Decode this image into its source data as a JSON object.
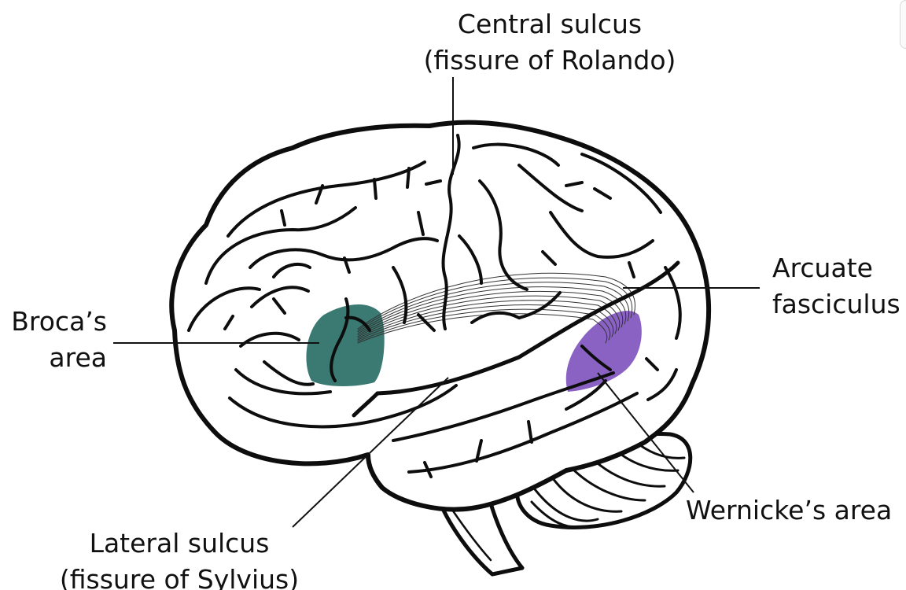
{
  "labels": {
    "central_sulcus": {
      "line1": "Central sulcus",
      "line2": "(fissure of Rolando)"
    },
    "arcuate_fasciculus": {
      "line1": "Arcuate",
      "line2": "fasciculus"
    },
    "brocas_area": {
      "line1": "Broca’s",
      "line2": "area"
    },
    "wernickes_area": {
      "line1": "Wernicke’s area"
    },
    "lateral_sulcus": {
      "line1": "Lateral sulcus",
      "line2": "(fissure of Sylvius)"
    }
  },
  "colors": {
    "broca": "#3a7a72",
    "wernicke": "#8a62c4",
    "outline": "#0d0d0d",
    "background": "#ffffff"
  }
}
